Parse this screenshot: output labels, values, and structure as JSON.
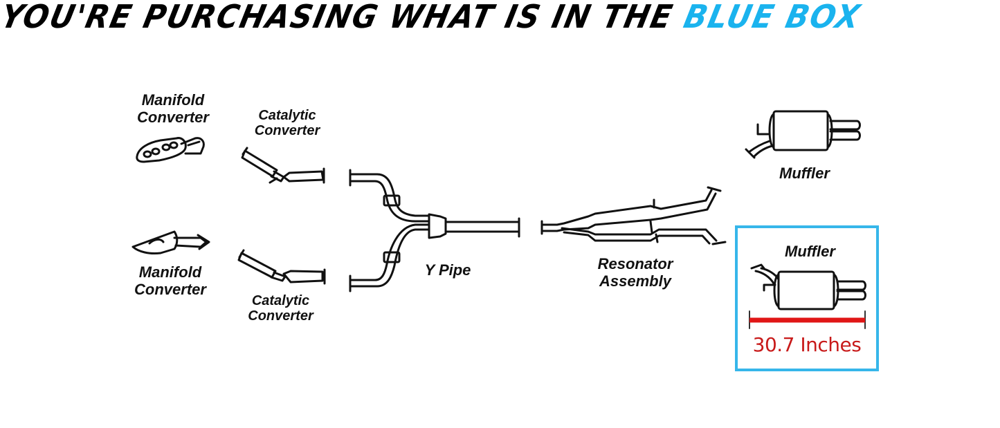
{
  "headline": {
    "prefix": "YOU'RE PURCHASING WHAT IS IN THE ",
    "highlight": "BLUE BOX",
    "highlight_color": "#1ab3ee"
  },
  "parts": {
    "manifold_top": {
      "line1": "Manifold",
      "line2": "Converter"
    },
    "manifold_bottom": {
      "line1": "Manifold",
      "line2": "Converter"
    },
    "catalytic_top": {
      "line1": "Catalytic",
      "line2": "Converter"
    },
    "catalytic_bottom": {
      "line1": "Catalytic",
      "line2": "Converter"
    },
    "y_pipe": {
      "label": "Y Pipe"
    },
    "resonator": {
      "line1": "Resonator",
      "line2": "Assembly"
    },
    "muffler_top": {
      "label": "Muffler"
    },
    "muffler_selected": {
      "label": "Muffler",
      "measurement": "30.7 Inches",
      "measurement_color": "#c81a1a",
      "box_color": "#36b6ea"
    }
  }
}
